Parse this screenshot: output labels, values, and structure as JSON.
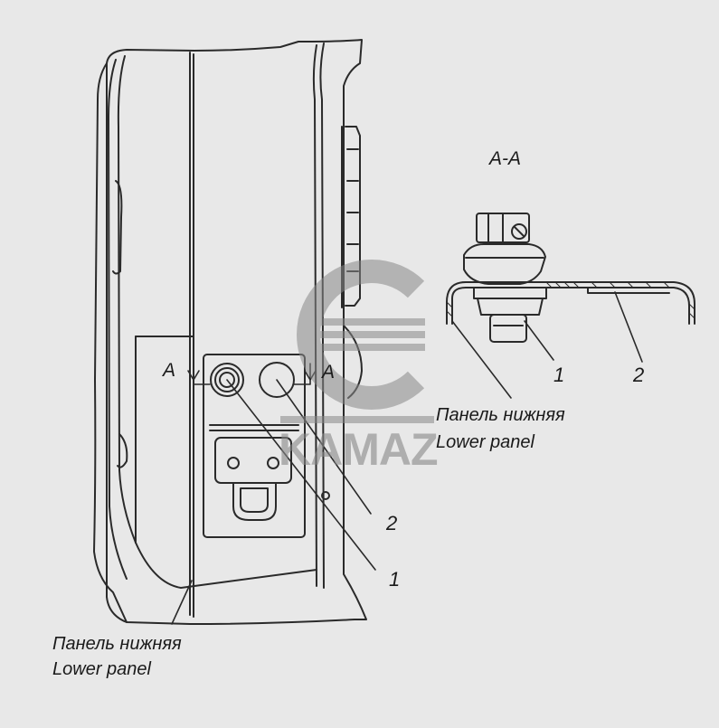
{
  "section_title": "A-A",
  "section_marks": {
    "left": "A",
    "right": "A"
  },
  "callouts": {
    "main_1": "1",
    "main_2": "2",
    "section_1": "1",
    "section_2": "2"
  },
  "captions": {
    "main": {
      "ru": "Панель нижняя",
      "en": "Lower panel"
    },
    "section": {
      "ru": "Панель нижняя",
      "en": "Lower panel"
    }
  },
  "watermark": {
    "text": "KAMAZ",
    "color": "#888888"
  },
  "colors": {
    "background": "#e8e8e8",
    "line": "#2a2a2a"
  }
}
